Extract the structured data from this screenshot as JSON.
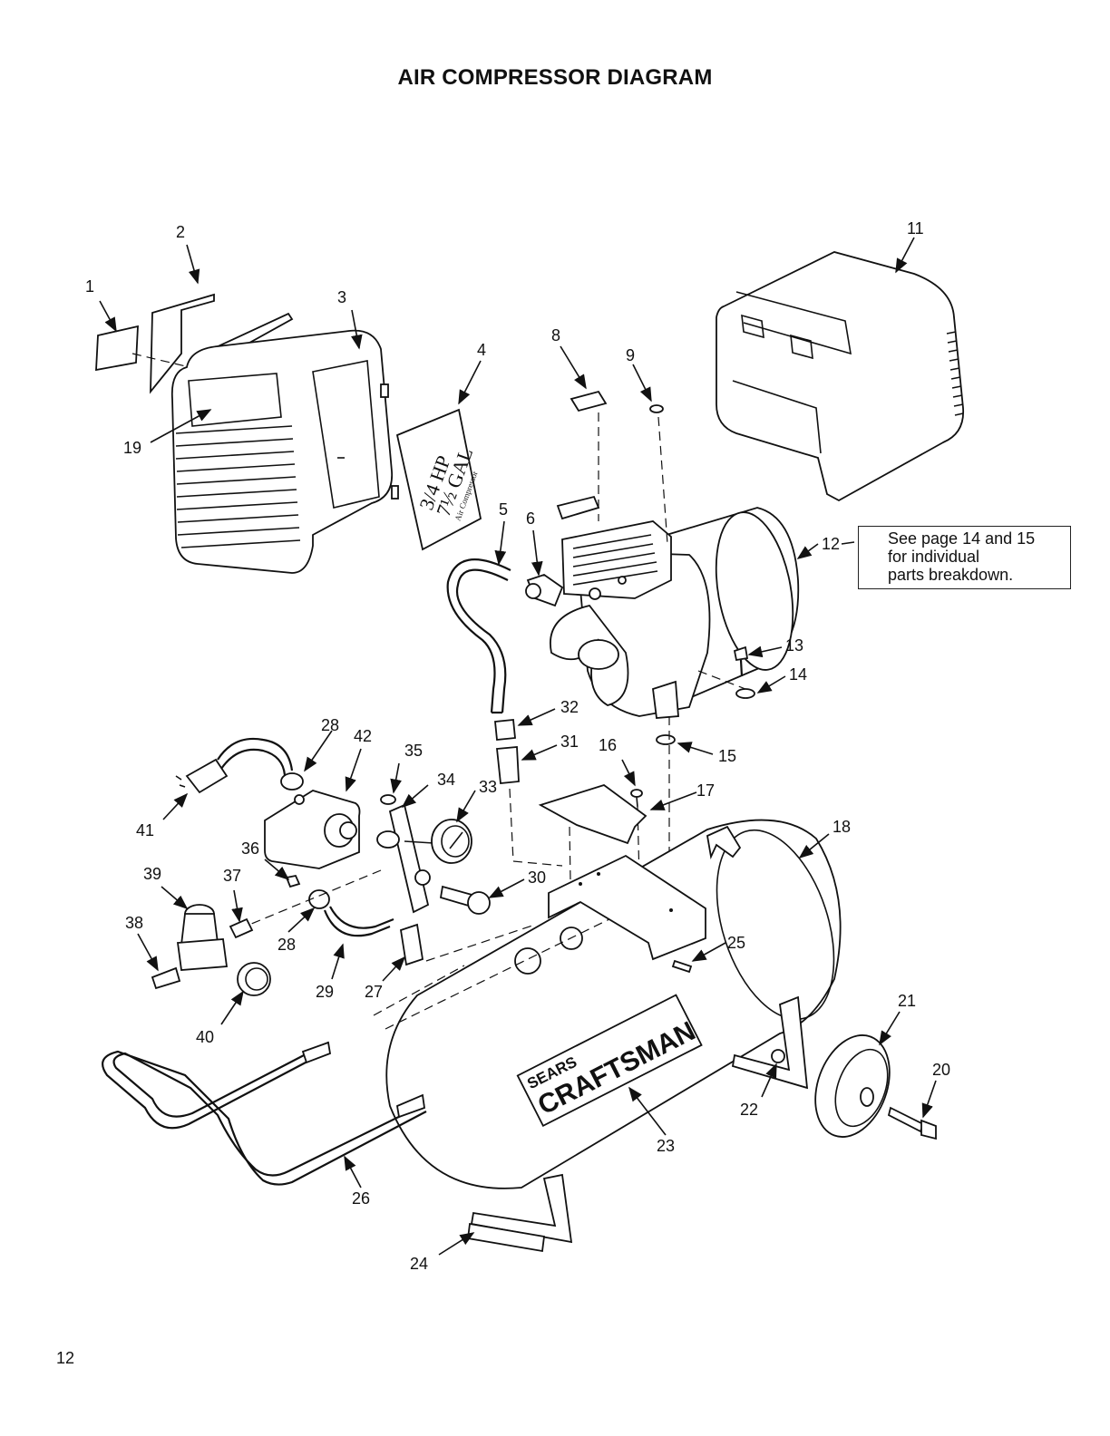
{
  "title": "AIR COMPRESSOR DIAGRAM",
  "page_number": "12",
  "note": {
    "line1": "See page 14 and 15",
    "line2": "for individual",
    "line3": "parts breakdown."
  },
  "shroud_label": {
    "hp": "3/4 HP",
    "gal": "7½ GAL",
    "type": "Air Compressor"
  },
  "tank_brand": {
    "sears": "SEARS",
    "craftsman": "CRAFTSMAN"
  },
  "callouts": {
    "c1": "1",
    "c2": "2",
    "c3": "3",
    "c4": "4",
    "c5": "5",
    "c6": "6",
    "c8": "8",
    "c9": "9",
    "c11": "11",
    "c12": "12",
    "c13": "13",
    "c14": "14",
    "c15": "15",
    "c16": "16",
    "c17": "17",
    "c18": "18",
    "c19": "19",
    "c20": "20",
    "c21": "21",
    "c22": "22",
    "c23": "23",
    "c24": "24",
    "c25": "25",
    "c26": "26",
    "c27": "27",
    "c28a": "28",
    "c28b": "28",
    "c29": "29",
    "c30": "30",
    "c31": "31",
    "c32": "32",
    "c33": "33",
    "c34": "34",
    "c35": "35",
    "c36": "36",
    "c37": "37",
    "c38": "38",
    "c39": "39",
    "c40": "40",
    "c41": "41",
    "c42": "42"
  }
}
